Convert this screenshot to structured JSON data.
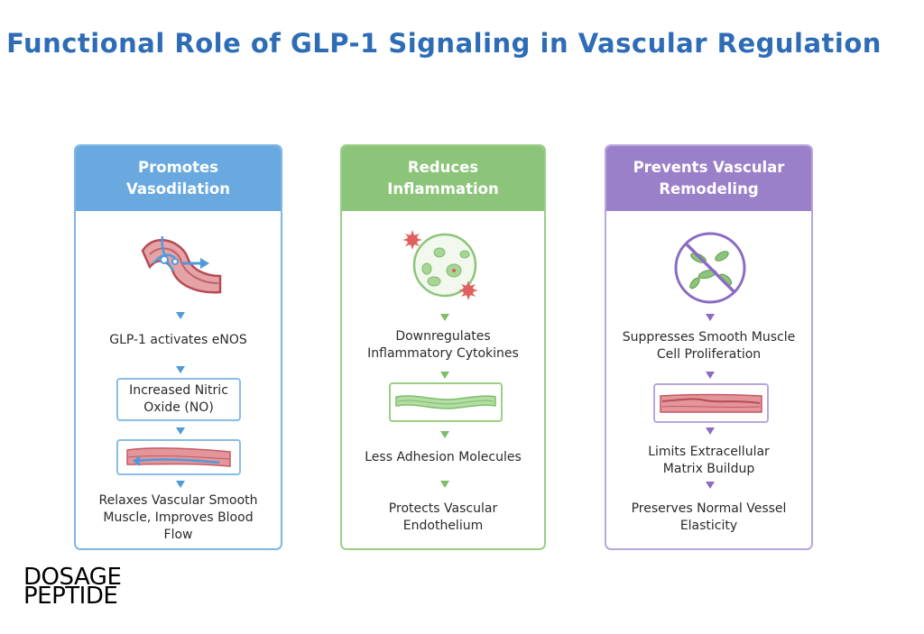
{
  "title": "Functional Role of GLP-1 Signaling in Vascular Regulation",
  "cards": [
    {
      "header": "Promotes Vasodilation",
      "steps": [
        "GLP-1 activates eNOS",
        "Increased Nitric Oxide (NO)",
        "Relaxes Vascular Smooth Muscle, Improves Blood Flow"
      ]
    },
    {
      "header": "Reduces Inflammation",
      "steps": [
        "Downregulates Inflammatory Cytokines",
        "Less Adhesion Molecules",
        "Protects Vascular Endothelium"
      ]
    },
    {
      "header": "Prevents Vascular Remodeling",
      "steps": [
        "Suppresses Smooth Muscle Cell Proliferation",
        "Limits Extracellular Matrix Buildup",
        "Preserves Normal Vessel Elasticity"
      ]
    }
  ],
  "logo": {
    "line1": "DOSAGE",
    "line2": "PEPTIDE"
  },
  "colors": {
    "title": "#2e6db6",
    "vasodilation": "#69a9e0",
    "inflammation": "#8cc57a",
    "remodeling": "#9a80c9"
  },
  "icons": [
    "blood-vessel-icon",
    "inflammatory-cell-icon",
    "no-proliferation-icon"
  ]
}
